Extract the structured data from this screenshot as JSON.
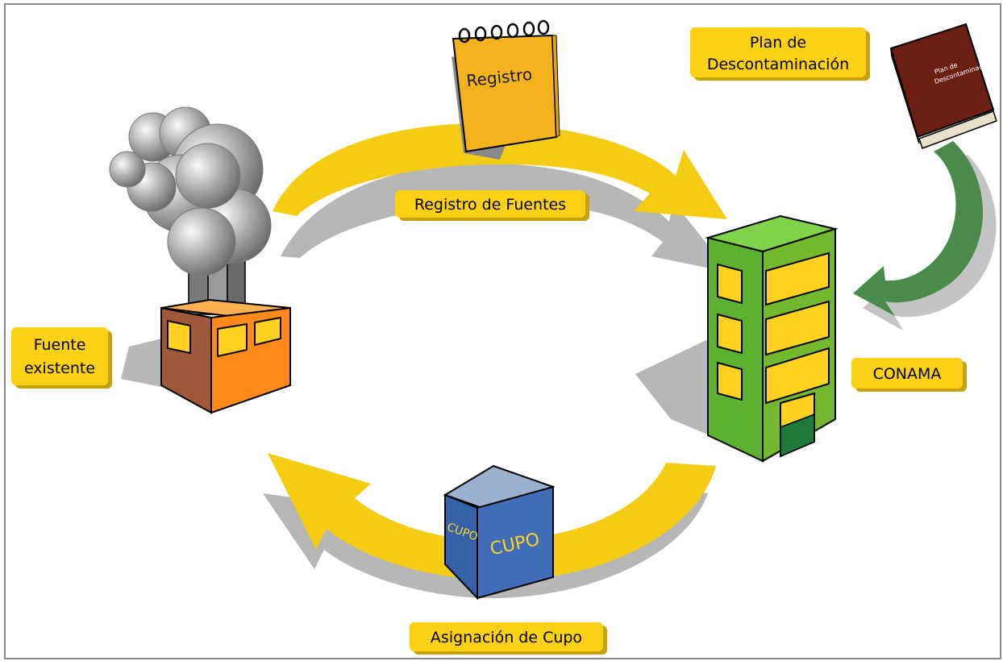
{
  "labels": {
    "registro_de_fuentes": "Registro de Fuentes",
    "asignacion_de_cupo": "Asignación de Cupo",
    "fuente_line1": "Fuente",
    "fuente_line2": "existente",
    "conama": "CONAMA",
    "plan_line1": "Plan de",
    "plan_line2": "Descontaminación"
  },
  "icons": {
    "notebook_text": "Registro",
    "cube_front": "CUPO",
    "cube_side": "CUPO"
  },
  "colors": {
    "arrow_yellow": "#f5cc14",
    "label_fill": "#fbd115",
    "label_shadow": "#c8a20a",
    "shadow_gray": "#b4b4b4",
    "building_green": "#5cb131",
    "building_window": "#ffd21f",
    "factory_orange": "#ff8a1a",
    "smoke_gray": "#999999",
    "cube_blue": "#3561a8",
    "cube_top": "#9bb1d0",
    "book_brown": "#6b1e12",
    "curve_arrow_green": "#4a8a4a",
    "notebook_orange": "#f4b21d"
  }
}
